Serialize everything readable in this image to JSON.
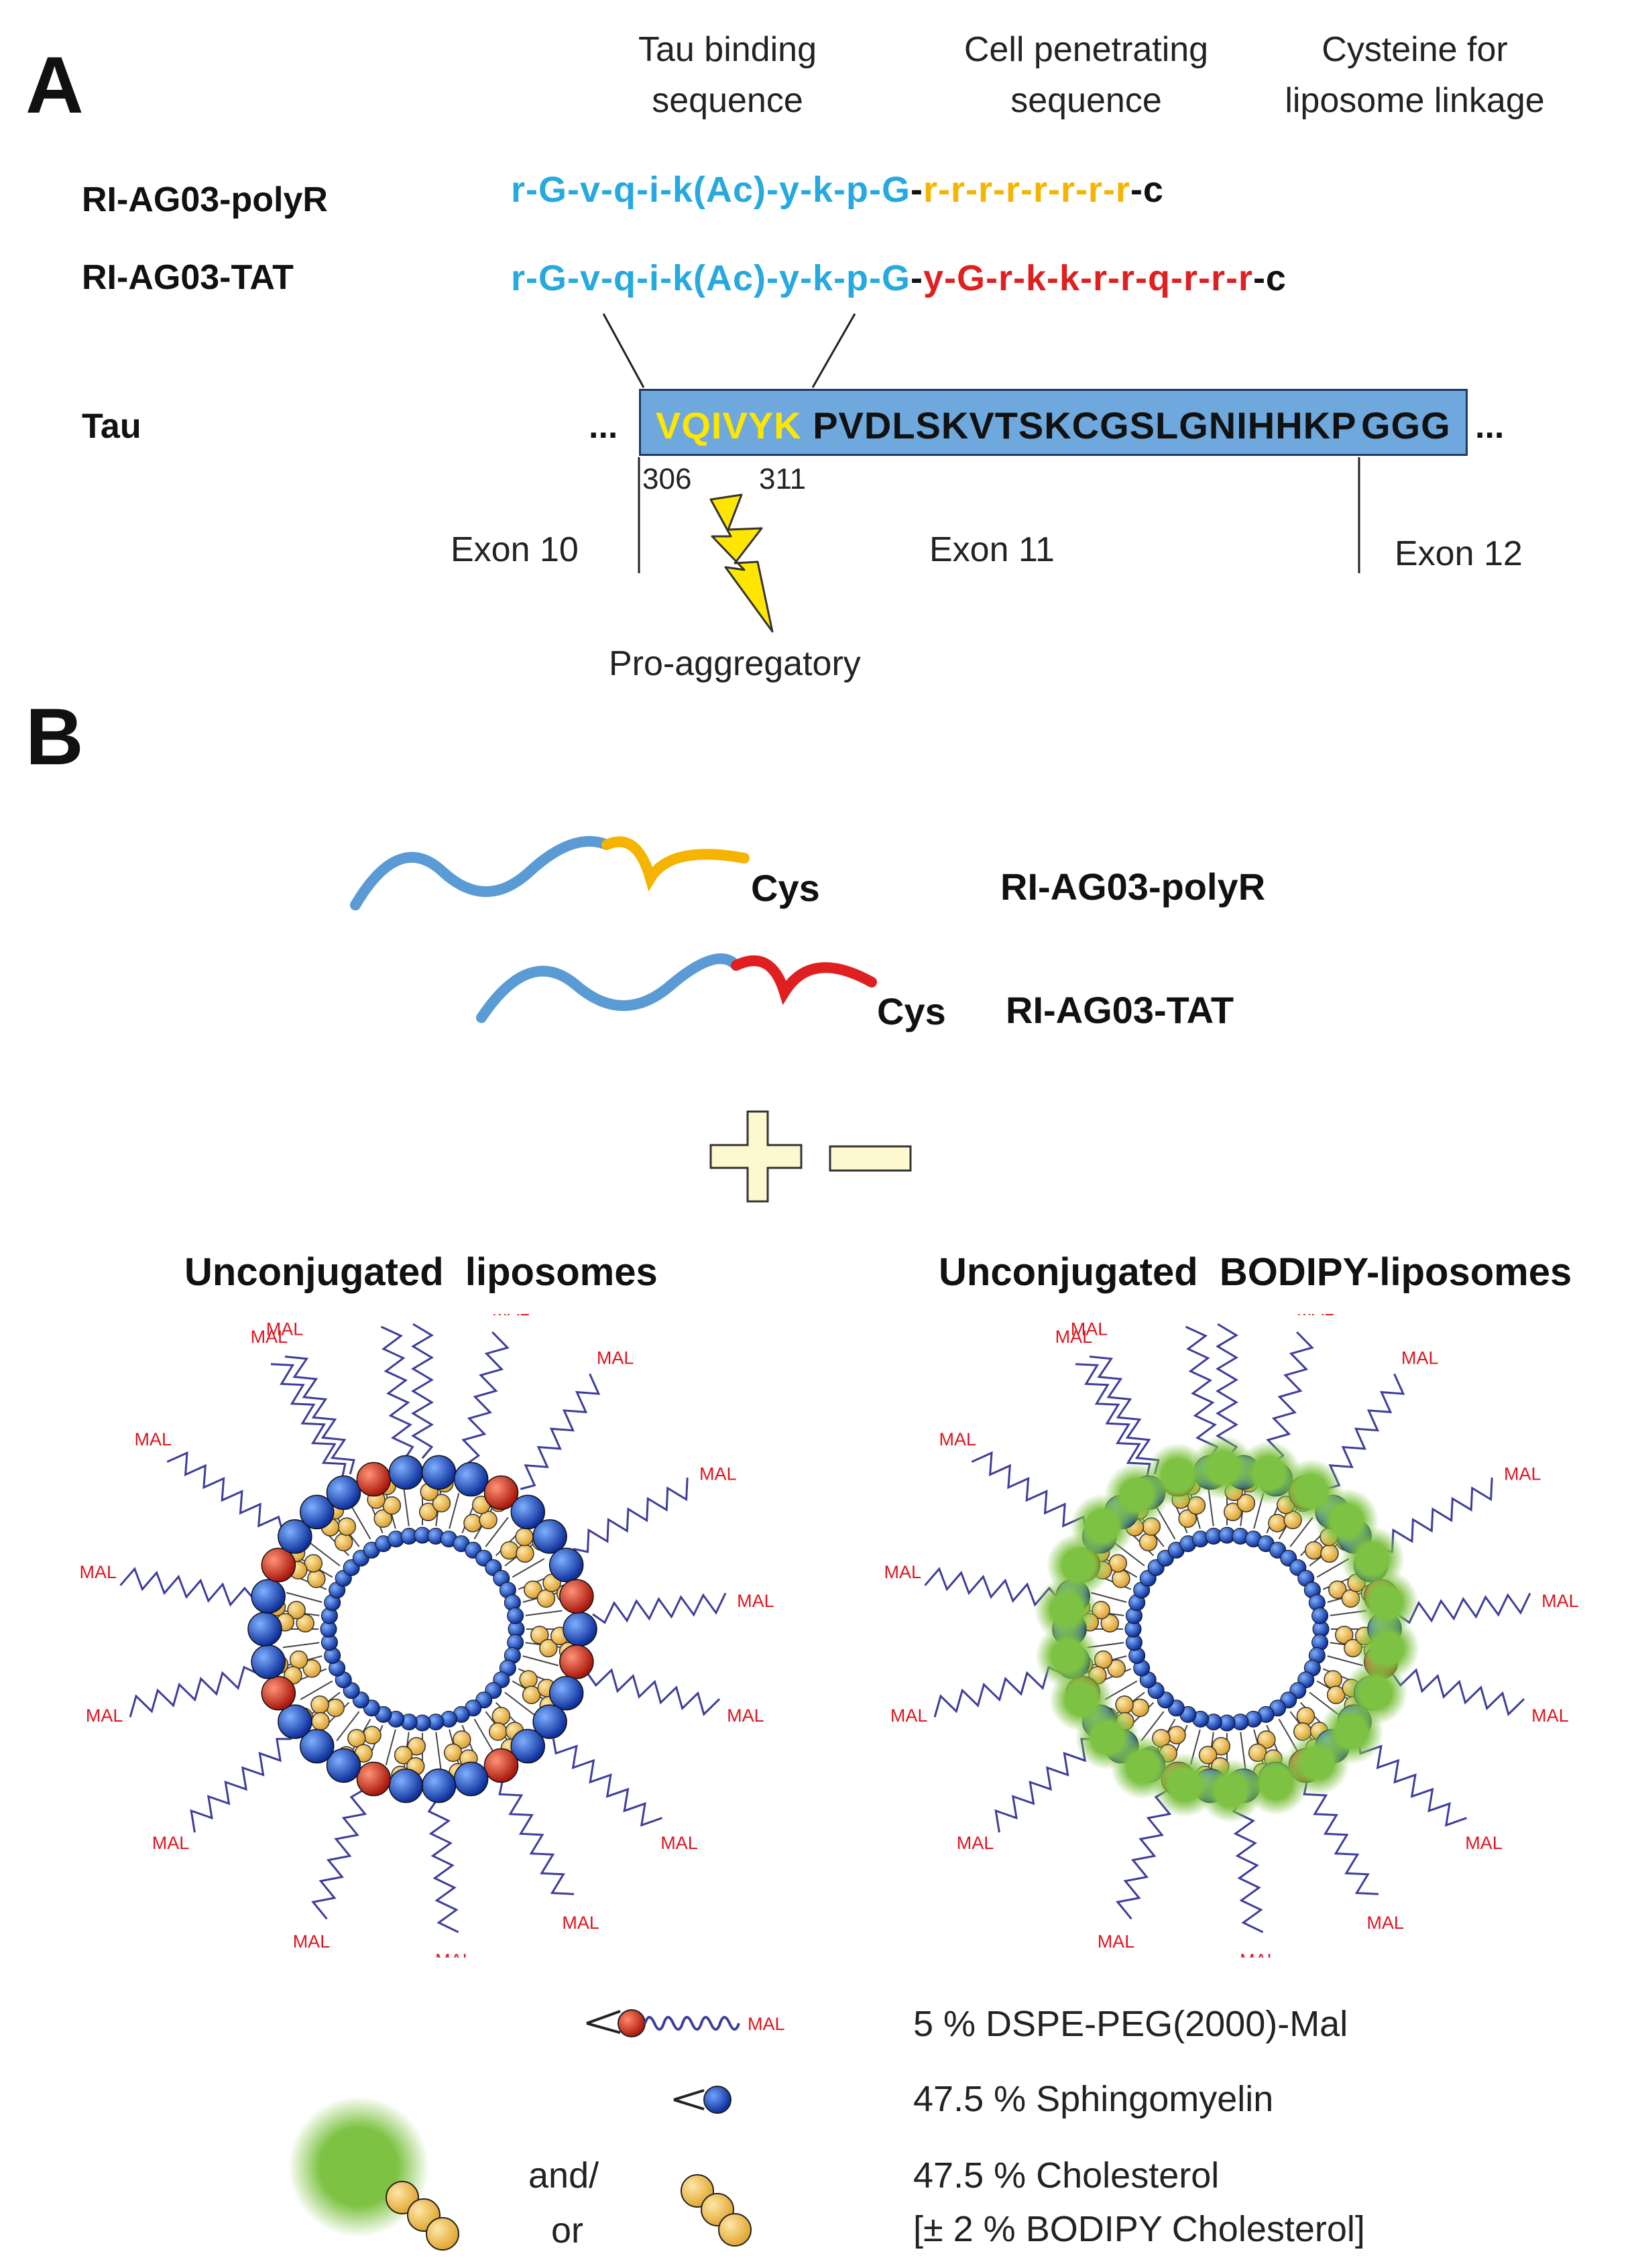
{
  "panelA": {
    "letter": "A",
    "headers": {
      "tau_binding": [
        "Tau binding",
        "sequence"
      ],
      "cell_penetrating": [
        "Cell penetrating",
        "sequence"
      ],
      "cysteine": [
        "Cysteine for",
        "liposome linkage"
      ]
    },
    "rows": [
      {
        "label": "RI-AG03-polyR",
        "binding": "r-G-v-q-i-k(Ac)-y-k-p-G",
        "dash": "-",
        "cpp": "r-r-r-r-r-r-r-r",
        "cys": "-c",
        "cpp_color": "#f4b400"
      },
      {
        "label": "RI-AG03-TAT",
        "binding": "r-G-v-q-i-k(Ac)-y-k-p-G",
        "dash": "-",
        "cpp": "y-G-r-k-k-r-r-q-r-r-r",
        "cys": "-c",
        "cpp_color": "#e02020"
      }
    ],
    "tau": {
      "label": "Tau",
      "ellipsis_left": "...",
      "ellipsis_right": "...",
      "motif": "VQIVYK",
      "rest": "PVDLSKVTSKCGSLGNIHHKP",
      "tail": "GGG",
      "num_start": "306",
      "num_end": "311",
      "exons": [
        "Exon 10",
        "Exon 11",
        "Exon 12"
      ],
      "pro_aggregatory": "Pro-aggregatory"
    }
  },
  "panelB": {
    "letter": "B",
    "peptides": [
      {
        "cys": "Cys",
        "name": "RI-AG03-polyR"
      },
      {
        "cys": "Cys",
        "name": "RI-AG03-TAT"
      }
    ],
    "titles": [
      "Unconjugated  liposomes",
      "Unconjugated  BODIPY-liposomes"
    ],
    "mal": "MAL",
    "legend": {
      "dspe": "5 % DSPE-PEG(2000)-Mal",
      "sphingo": "47.5 % Sphingomyelin",
      "chol": "47.5 % Cholesterol",
      "bodipy": "[± 2 % BODIPY Cholesterol]",
      "and_or": [
        "and/",
        "or"
      ]
    }
  },
  "colors": {
    "blue_seq": "#26a9df",
    "orange": "#f4b400",
    "red": "#e02020",
    "tau_box": "#6fa8dc",
    "motif": "#ffe600",
    "bodipy_green": "#7dc242",
    "sphingo_blue": "#1d4fcf",
    "dspe_red": "#d42a1c",
    "chol_yellow": "#f6c453"
  }
}
